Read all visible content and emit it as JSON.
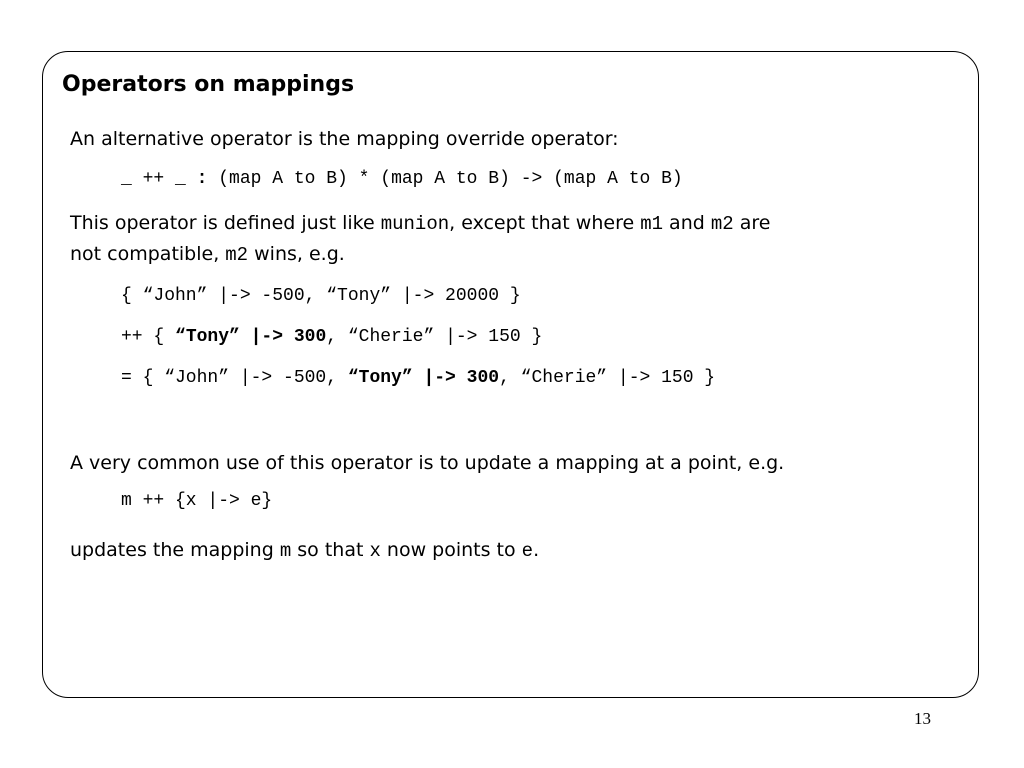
{
  "slide": {
    "title": "Operators on mappings",
    "intro": "An alternative operator is the mapping override operator:",
    "signature": {
      "op": "_ ++ _ ",
      "colon": ":",
      "type": " (map A to B) * (map A to B) -> (map A to B)"
    },
    "definition": {
      "t1": "This operator is defined just like ",
      "munion": "munion",
      "t2": ", except that where ",
      "m1": "m1",
      "t3": " and ",
      "m2a": "m2",
      "t4": " are",
      "t5": "not compatible, ",
      "m2b": "m2",
      "t6": " wins, e.g."
    },
    "example": {
      "line1": "{ “John” |-> -500, “Tony” |-> 20000 }",
      "line2_pre": "++ { ",
      "line2_bold": "“Tony” |-> 300",
      "line2_post": ", “Cherie” |-> 150 }",
      "line3_pre": "= { “John” |-> -500, ",
      "line3_bold": "“Tony” |-> 300",
      "line3_post": ", “Cherie” |-> 150 }"
    },
    "use": "A very common use of this operator is to update a mapping at a point, e.g.",
    "use_code": "m ++ {x |-> e}",
    "update": {
      "t1": "updates the mapping ",
      "m": "m",
      "t2": " so that ",
      "x": "x",
      "t3": " now points to ",
      "e": "e",
      "t4": "."
    },
    "page_number": "13"
  }
}
